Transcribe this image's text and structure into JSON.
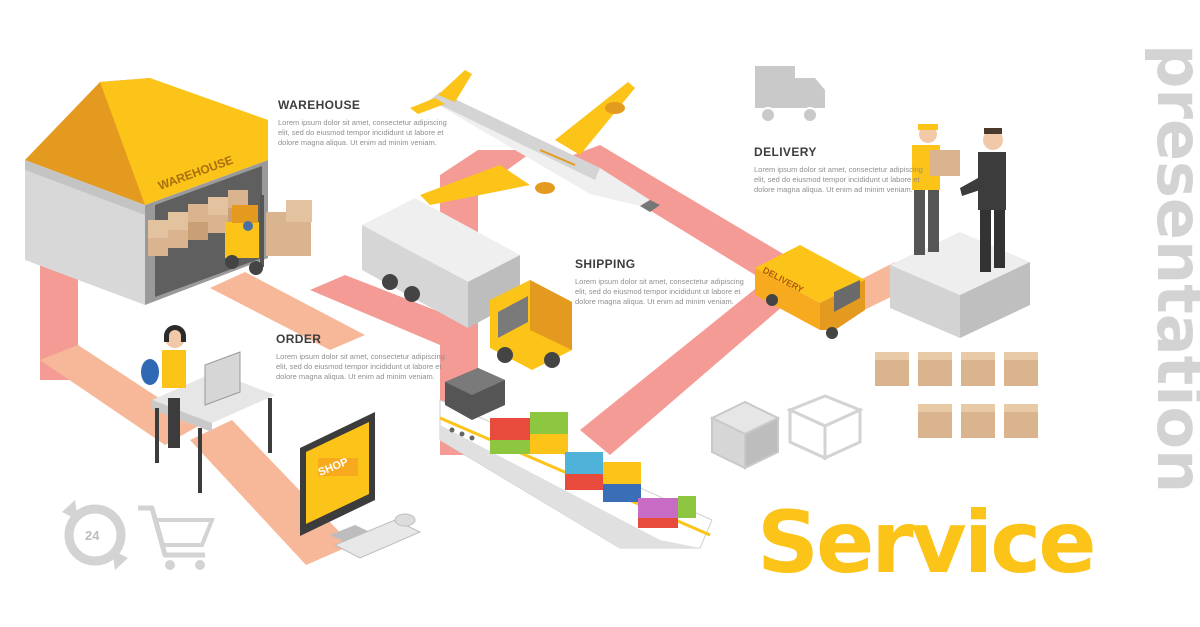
{
  "colors": {
    "accent_yellow": "#fcc319",
    "path_pink": "#f49b96",
    "path_peach": "#f7b89a",
    "grey_light": "#d3d3d3",
    "building_grey": "#9a9a9a",
    "box_tan": "#d9b48f"
  },
  "sections": {
    "warehouse": {
      "title": "WAREHOUSE",
      "body": "Lorem ipsum dolor sit amet, consectetur adipiscing elit, sed do eiusmod tempor incididunt ut labore et dolore magna aliqua. Ut enim ad minim veniam."
    },
    "order": {
      "title": "ORDER",
      "body": "Lorem ipsum dolor sit amet, consectetur adipiscing elit, sed do eiusmod tempor incididunt ut labore et dolore magna aliqua. Ut enim ad minim veniam."
    },
    "shipping": {
      "title": "SHIPPING",
      "body": "Lorem ipsum dolor sit amet, consectetur adipiscing elit, sed do eiusmod tempor incididunt ut labore et dolore magna aliqua. Ut enim ad minim veniam."
    },
    "delivery": {
      "title": "DELIVERY",
      "body": "Lorem ipsum dolor sit amet, consectetur adipiscing elit, sed do eiusmod tempor incididunt ut labore et dolore magna aliqua. Ut enim ad minim veniam."
    }
  },
  "signs": {
    "warehouse": "WAREHOUSE",
    "shop": "SHOP",
    "van": "DELIVERY",
    "clock_hours": "24"
  },
  "headline": {
    "service": "Service",
    "presentation": "presentation"
  },
  "icons": [
    "truck-icon",
    "clock-24-icon",
    "shopping-cart-icon",
    "boxes-outline-icon"
  ]
}
